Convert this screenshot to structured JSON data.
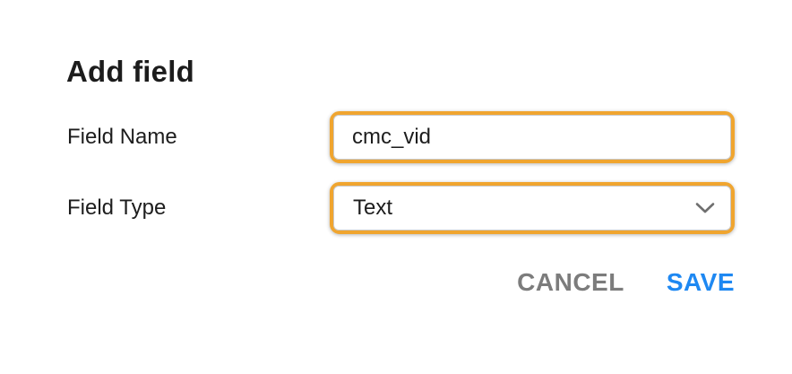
{
  "dialog": {
    "title": "Add field",
    "fields": [
      {
        "label": "Field Name",
        "control": "text-input",
        "value": "cmc_vid"
      },
      {
        "label": "Field Type",
        "control": "dropdown",
        "value": "Text",
        "icon": "chevron-down-icon"
      }
    ],
    "buttons": {
      "cancel": "CANCEL",
      "save": "SAVE"
    }
  },
  "colors": {
    "highlight_ring": "#F0A52F",
    "input_border": "#C9C9C9",
    "text": "#1D1D1D",
    "cancel_button": "#7C7C7C",
    "save_button": "#1E88F2",
    "chevron": "#6F6F6F"
  }
}
